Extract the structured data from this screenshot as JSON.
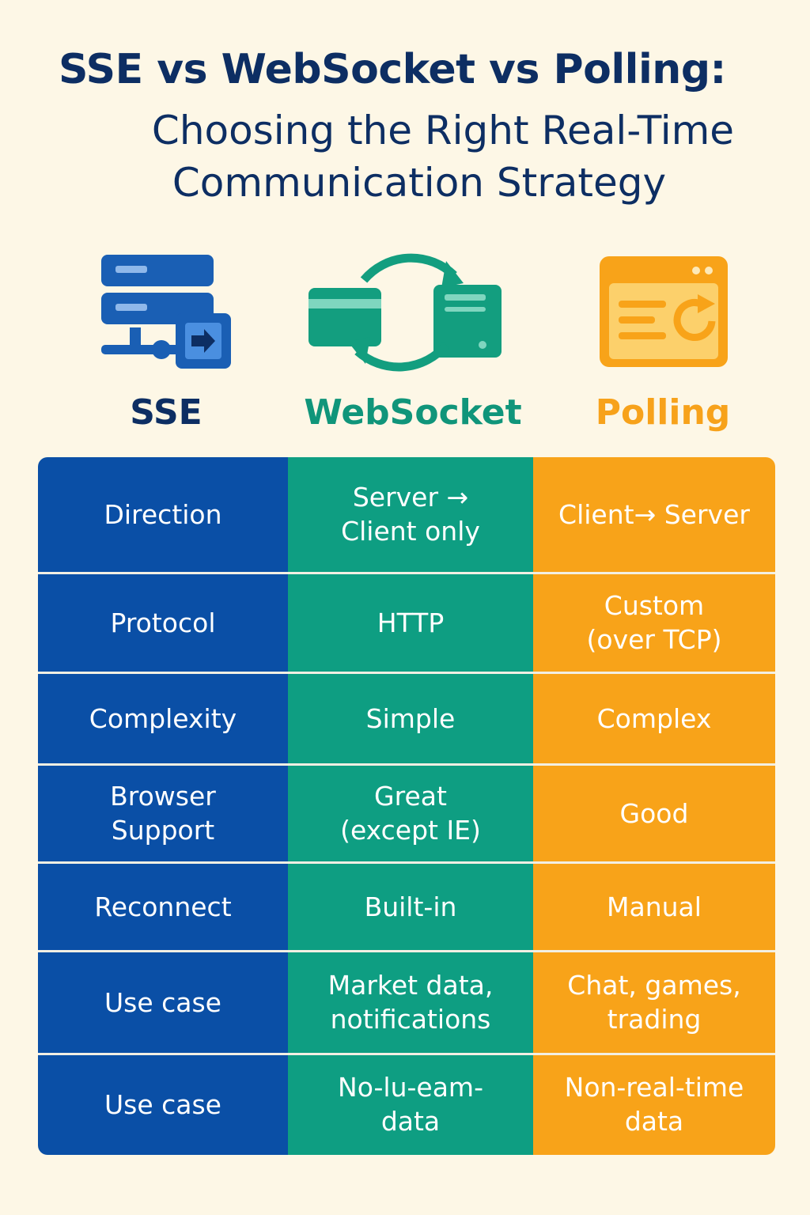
{
  "title": {
    "main": "SSE vs WebSocket vs Polling:",
    "sub_line1": "Choosing the Right Real-Time",
    "sub_line2": "Communication Strategy"
  },
  "columns": [
    {
      "name": "SSE",
      "color": "#0d2e63",
      "icon": "server-push-icon"
    },
    {
      "name": "WebSocket",
      "color": "#10957a",
      "icon": "bidirectional-sync-icon"
    },
    {
      "name": "Polling",
      "color": "#f7a21b",
      "icon": "browser-refresh-icon"
    }
  ],
  "colors": {
    "background": "#fdf7e6",
    "sse_cell": "#0a4fa6",
    "websocket_cell": "#0e9e82",
    "polling_cell": "#f8a319",
    "title": "#0d2e63"
  },
  "rows": [
    {
      "label": "Direction",
      "websocket": "Server →\nClient only",
      "polling": "Client→ Server"
    },
    {
      "label": "Protocol",
      "websocket": "HTTP",
      "polling": "Custom\n(over TCP)"
    },
    {
      "label": "Complexity",
      "websocket": "Simple",
      "polling": "Complex"
    },
    {
      "label": "Browser\nSupport",
      "websocket": "Great\n(except  IE)",
      "polling": "Good"
    },
    {
      "label": "Reconnect",
      "websocket": "Built-in",
      "polling": "Manual"
    },
    {
      "label": "Use case",
      "websocket": "Market data,\nnotifications",
      "polling": "Chat, games,\ntrading"
    },
    {
      "label": "Use case",
      "websocket": "No-lu‑eam-\ndata",
      "polling": "Non-real-time\ndata"
    }
  ]
}
